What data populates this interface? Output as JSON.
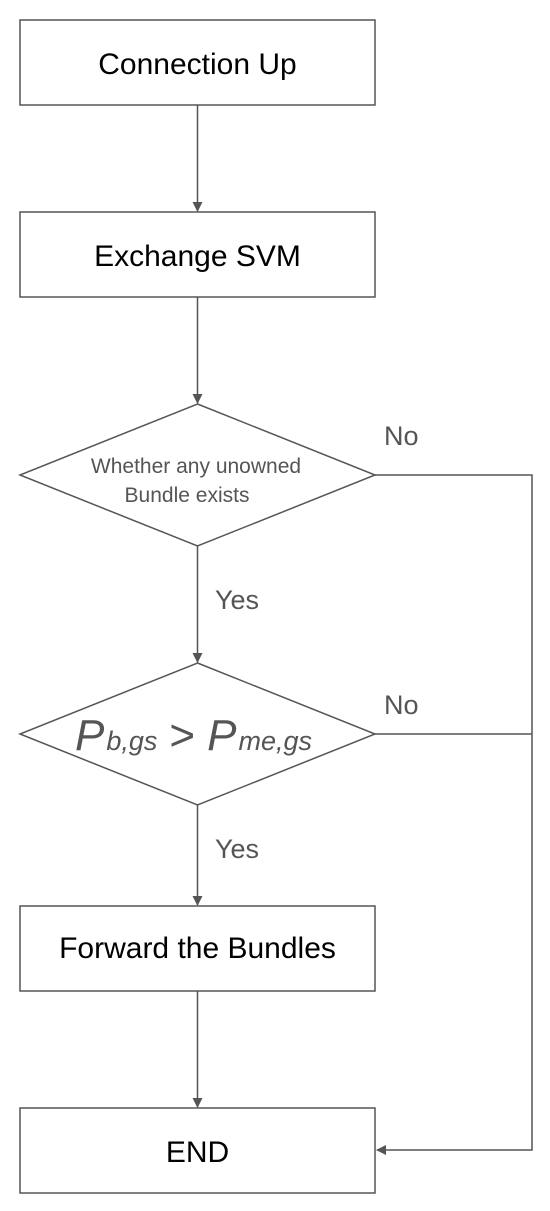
{
  "nodes": {
    "connection_up": "Connection Up",
    "exchange_svm": "Exchange SVM",
    "decision_unowned": {
      "line1": "Whether any unowned",
      "line2": "Bundle exists"
    },
    "decision_probability": {
      "left_symbol": "P",
      "left_subscript": "b,gs",
      "operator": ">",
      "right_symbol": "P",
      "right_subscript": "me,gs"
    },
    "forward_bundles": "Forward the Bundles",
    "end": "END"
  },
  "edge_labels": {
    "yes_1": "Yes",
    "no_1": "No",
    "yes_2": "Yes",
    "no_2": "No"
  },
  "colors": {
    "stroke": "#555555",
    "box_text": "#000000",
    "label_text": "#555555"
  }
}
